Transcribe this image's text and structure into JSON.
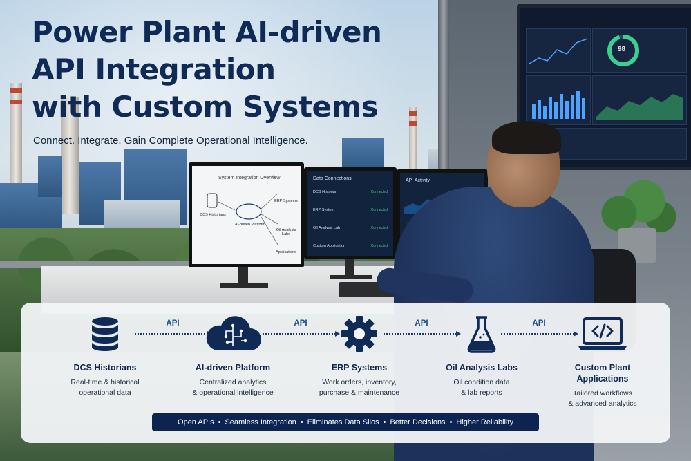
{
  "headline": {
    "line1": "Power Plant AI-driven",
    "line2": "API Integration",
    "line3": "with Custom Systems"
  },
  "subtitle": "Connect. Integrate. Gain Complete Operational Intelligence.",
  "monitors": {
    "left": {
      "title": "System Integration Overview",
      "nodes": [
        "DCS Historians",
        "AI-driven Platform",
        "ERP Systems",
        "Oil Analysis Labs",
        "Applications"
      ]
    },
    "middle": {
      "title": "Data Connections",
      "rows": [
        {
          "name": "DCS Historian",
          "status": "Connected"
        },
        {
          "name": "ERP System",
          "status": "Connected"
        },
        {
          "name": "Oil Analysis Lab",
          "status": "Connected"
        },
        {
          "name": "Custom Application",
          "status": "Connected"
        }
      ]
    },
    "right": {
      "title": "API Activity"
    }
  },
  "wall_screen": {
    "gauge_value": "98"
  },
  "flow": {
    "nodes": [
      {
        "icon": "database-icon",
        "title": "DCS Historians",
        "desc1": "Real-time & historical",
        "desc2": "operational data"
      },
      {
        "icon": "ai-cloud-icon",
        "title": "AI-driven Platform",
        "desc1": "Centralized analytics",
        "desc2": "& operational intelligence"
      },
      {
        "icon": "gear-icon",
        "title": "ERP Systems",
        "desc1": "Work orders, inventory,",
        "desc2": "purchase & maintenance"
      },
      {
        "icon": "flask-icon",
        "title": "Oil Analysis Labs",
        "desc1": "Oil condition data",
        "desc2": "& lab reports"
      },
      {
        "icon": "code-laptop-icon",
        "title": "Custom Plant Applications",
        "desc1": "Tailored workflows",
        "desc2": "& advanced analytics"
      }
    ],
    "link_label": "API"
  },
  "benefits": [
    "Open APIs",
    "Seamless Integration",
    "Eliminates Data Silos",
    "Better Decisions",
    "Higher Reliability"
  ],
  "colors": {
    "navy": "#0f2a55",
    "pill": "#0d2450",
    "connected": "#47c27b"
  }
}
